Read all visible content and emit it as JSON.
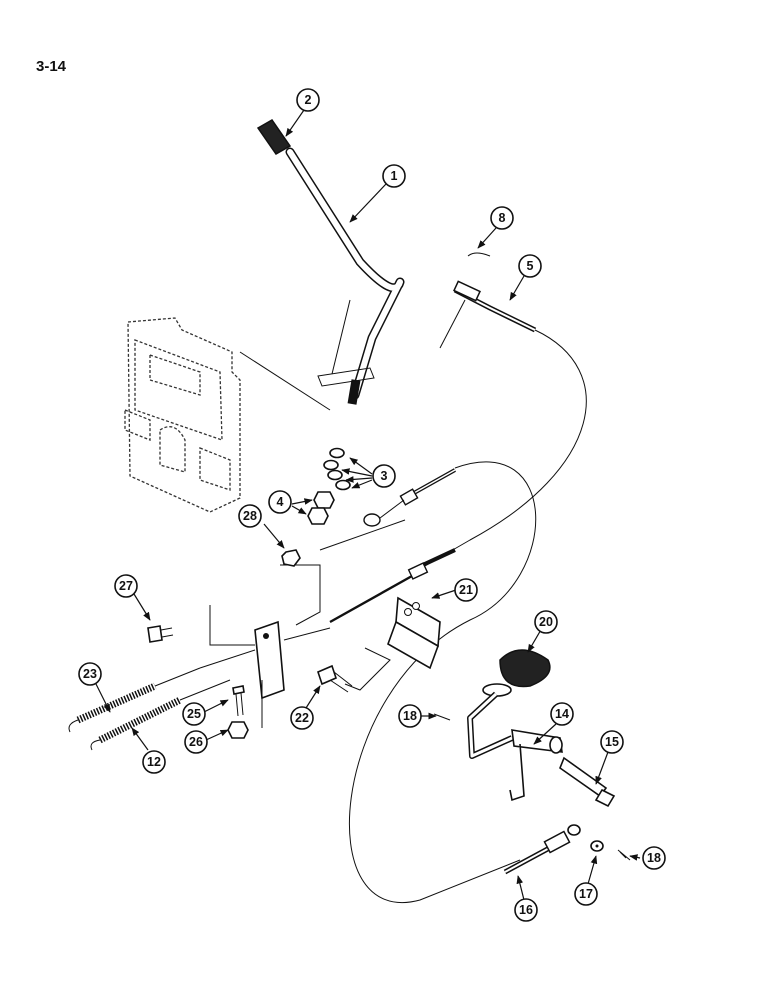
{
  "page": {
    "number": "3-14"
  },
  "callouts": [
    {
      "label": "1"
    },
    {
      "label": "2"
    },
    {
      "label": "3"
    },
    {
      "label": "4"
    },
    {
      "label": "5"
    },
    {
      "label": "8"
    },
    {
      "label": "12"
    },
    {
      "label": "14"
    },
    {
      "label": "15"
    },
    {
      "label": "16"
    },
    {
      "label": "17"
    },
    {
      "label": "18"
    },
    {
      "label": "18"
    },
    {
      "label": "20"
    },
    {
      "label": "21"
    },
    {
      "label": "22"
    },
    {
      "label": "23"
    },
    {
      "label": "25"
    },
    {
      "label": "26"
    },
    {
      "label": "27"
    },
    {
      "label": "28"
    }
  ]
}
